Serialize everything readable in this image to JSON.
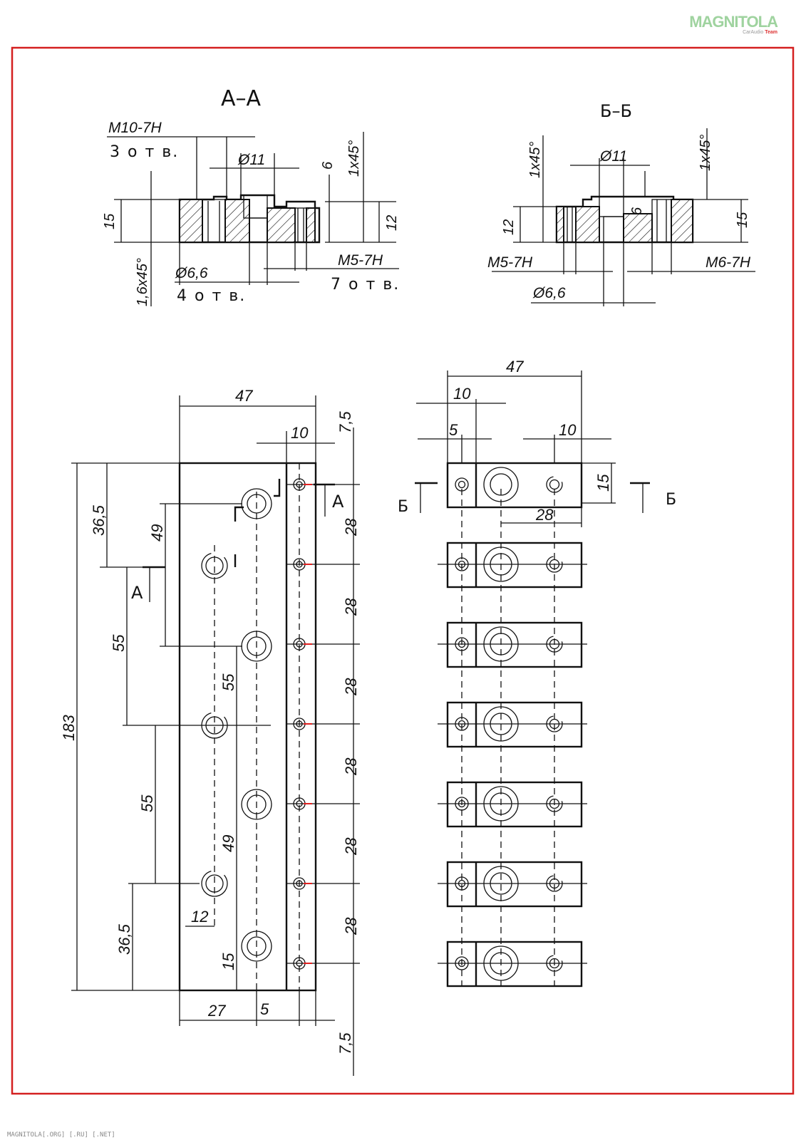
{
  "watermark": {
    "main": "MAGNITOLA",
    "sub_gray": "CarAudio",
    "sub_red": "Team"
  },
  "footer": "MAGNITOLA[.ORG] [.RU] [.NET]",
  "colors": {
    "frame": "#d42020",
    "line": "#111111",
    "mark": "#e02020"
  },
  "section_aa": {
    "title": "А–А",
    "m10": "M10-7H",
    "m10_count": "3 о т в.",
    "d11": "Ø11",
    "d6_6": "Ø6,6",
    "d6_6_count": "4 о т в.",
    "m5": "M5-7H",
    "m5_count": "7 о т в.",
    "h15": "15",
    "h12": "12",
    "h6": "6",
    "ch1": "1x45°",
    "ch16": "1,6x45°"
  },
  "section_bb": {
    "title": "Б–Б",
    "d11": "Ø11",
    "d6_6": "Ø6,6",
    "m5": "M5-7H",
    "m6": "M6-7H",
    "h12": "12",
    "h15": "15",
    "h6": "6",
    "ch1_left": "1x45°",
    "ch1_right": "1x45°"
  },
  "front_view": {
    "w47": "47",
    "w10": "10",
    "top7_5": "7,5",
    "bot7_5": "7,5",
    "h183": "183",
    "d36_5_top": "36,5",
    "d49_top": "49",
    "d55_a": "55",
    "d55_b": "55",
    "d55_c": "55",
    "d49_bot": "49",
    "d36_5_bot": "36,5",
    "d12": "12",
    "d15": "15",
    "d27": "27",
    "d5": "5",
    "pitch": [
      "28",
      "28",
      "28",
      "28",
      "28",
      "28"
    ],
    "label_a": "А"
  },
  "side_view": {
    "w47": "47",
    "w10": "10",
    "w5": "5",
    "w10_right": "10",
    "h15": "15",
    "d28": "28",
    "label_b": "Б",
    "block_count": 7
  }
}
